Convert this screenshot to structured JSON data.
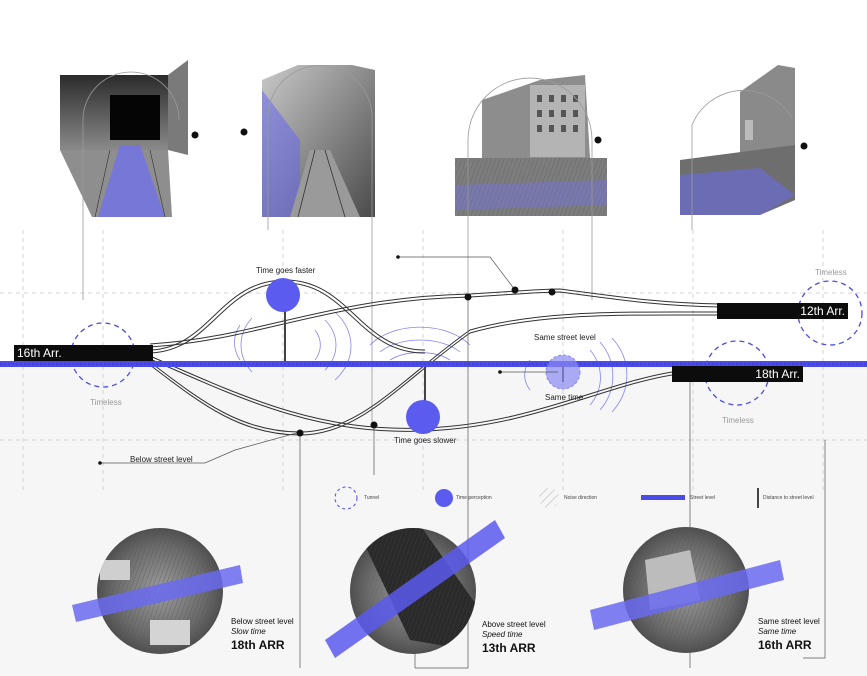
{
  "districts": {
    "d16": "16th Arr.",
    "d12": "12th Arr.",
    "d18": "18th Arr."
  },
  "labels": {
    "time_faster": "Time goes faster",
    "time_slower": "Time goes slower",
    "same_street_level": "Same street level",
    "same_time": "Same time",
    "below_street_level": "Below street level",
    "timeless_left": "Timeless",
    "timeless_right_top": "Timeless",
    "timeless_right_bottom": "Timeless"
  },
  "legend": {
    "tunnel": "Tunnel",
    "time_perception": "Time perception",
    "noise_direction": "Noise direction",
    "street_level": "Street level",
    "distance": "Distance to street level"
  },
  "captions": [
    {
      "level": "Below street level",
      "time": "Slow time",
      "arr": "18th ARR"
    },
    {
      "level": "Above street level",
      "time": "Speed time",
      "arr": "13th ARR"
    },
    {
      "level": "Same street level",
      "time": "Same time",
      "arr": "16th ARR"
    }
  ],
  "colors": {
    "accent_blue": "#5b5bf0",
    "street_level": "#4b4be8",
    "bar_black": "#0c0c0c"
  }
}
